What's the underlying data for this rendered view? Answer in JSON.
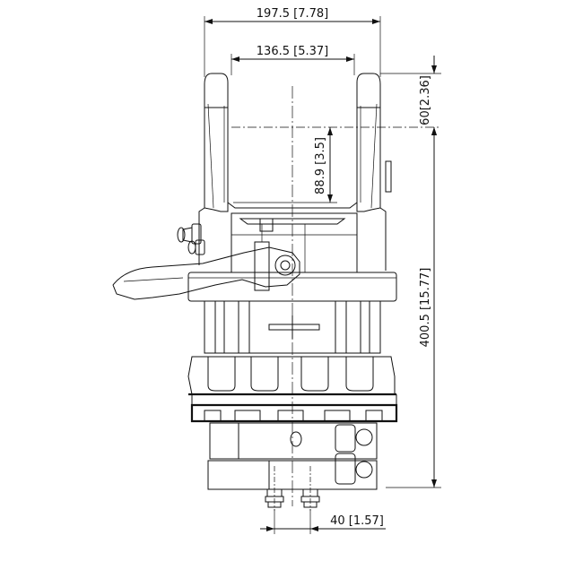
{
  "drawing": {
    "dimensions": {
      "overall_width": "197.5 [7.78]",
      "inner_width": "136.5 [5.37]",
      "top_height": "60[2.36]",
      "slot_depth": "88.9 [3.5]",
      "overall_height": "400.5 [15.77]",
      "port_spacing": "40 [1.57]"
    }
  }
}
